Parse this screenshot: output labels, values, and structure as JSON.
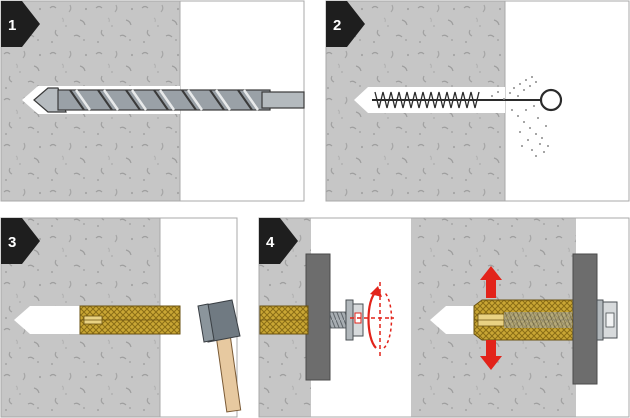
{
  "steps": [
    {
      "number": "1",
      "action": "drill-hole"
    },
    {
      "number": "2",
      "action": "clean-hole"
    },
    {
      "number": "3",
      "action": "hammer-in-anchor"
    },
    {
      "number": "4",
      "action": "tighten-and-expand"
    }
  ],
  "colors": {
    "concrete": "#c6c6c6",
    "concrete_speckle": "#9e9e9e",
    "panel_border": "#a8a8a8",
    "badge": "#1e1e1e",
    "brass": "#c9a634",
    "brass_dark": "#8a6d16",
    "steel": "#8e959b",
    "plate": "#6d6d6d",
    "arrow_red": "#e2231a",
    "hammer_head": "#707a82",
    "hammer_handle": "#e7c9a0"
  },
  "icons": [
    "drill-bit-icon",
    "cleaning-brush-icon",
    "dust-icon",
    "hammer-icon",
    "rotation-arrow-icon",
    "expansion-arrow-up-icon",
    "expansion-arrow-down-icon"
  ]
}
